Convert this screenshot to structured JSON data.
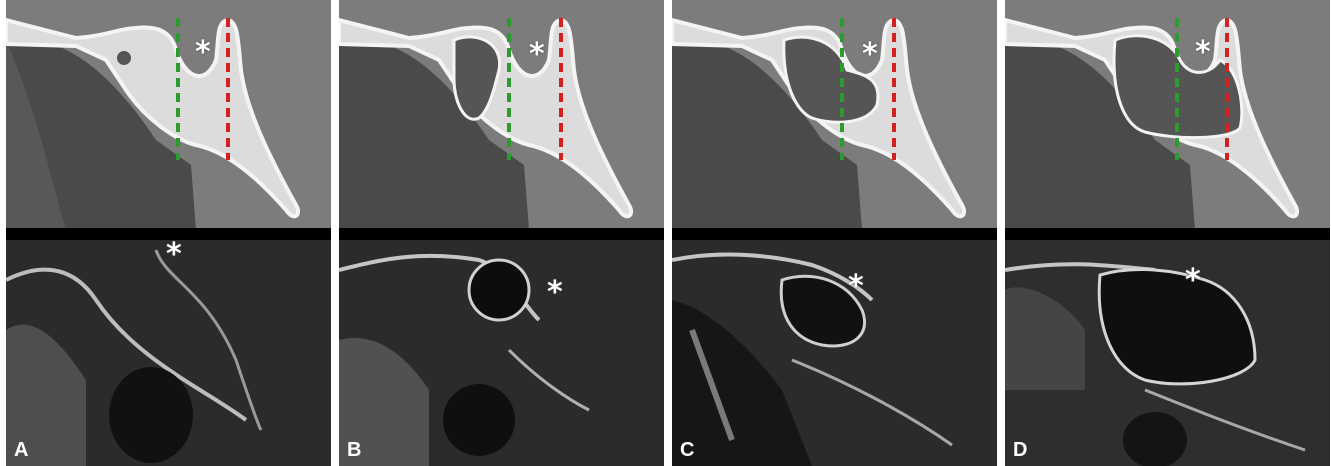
{
  "panels": [
    {
      "letter": "A",
      "marker": "*"
    },
    {
      "letter": "B",
      "marker": "*"
    },
    {
      "letter": "C",
      "marker": "*"
    },
    {
      "letter": "D",
      "marker": "*"
    }
  ],
  "colors": {
    "background_gray": "#7c7c7c",
    "dark_tissue": "#4a4a4a",
    "bone_fill": "#d9d9d9",
    "bone_outline": "#f4f4f4",
    "sinus_cavity": "#555555",
    "green_line": "#2e9b2e",
    "red_line": "#d32020",
    "ct_background": "#2b2b2b"
  }
}
